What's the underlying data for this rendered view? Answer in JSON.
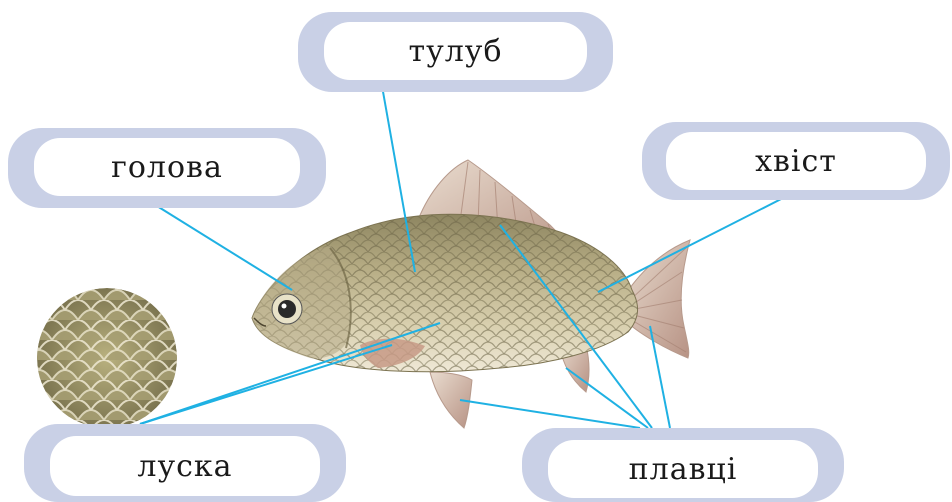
{
  "labels": {
    "body": "тулуб",
    "head": "голова",
    "tail": "хвіст",
    "scales": "луска",
    "fins": "плавці"
  },
  "colors": {
    "pointer_line": "#1fb1e3",
    "label_frame": "#c9d0e6",
    "label_fill": "#ffffff",
    "fish_body": "#b9ab7e",
    "fish_fin": "#c9a79a"
  }
}
